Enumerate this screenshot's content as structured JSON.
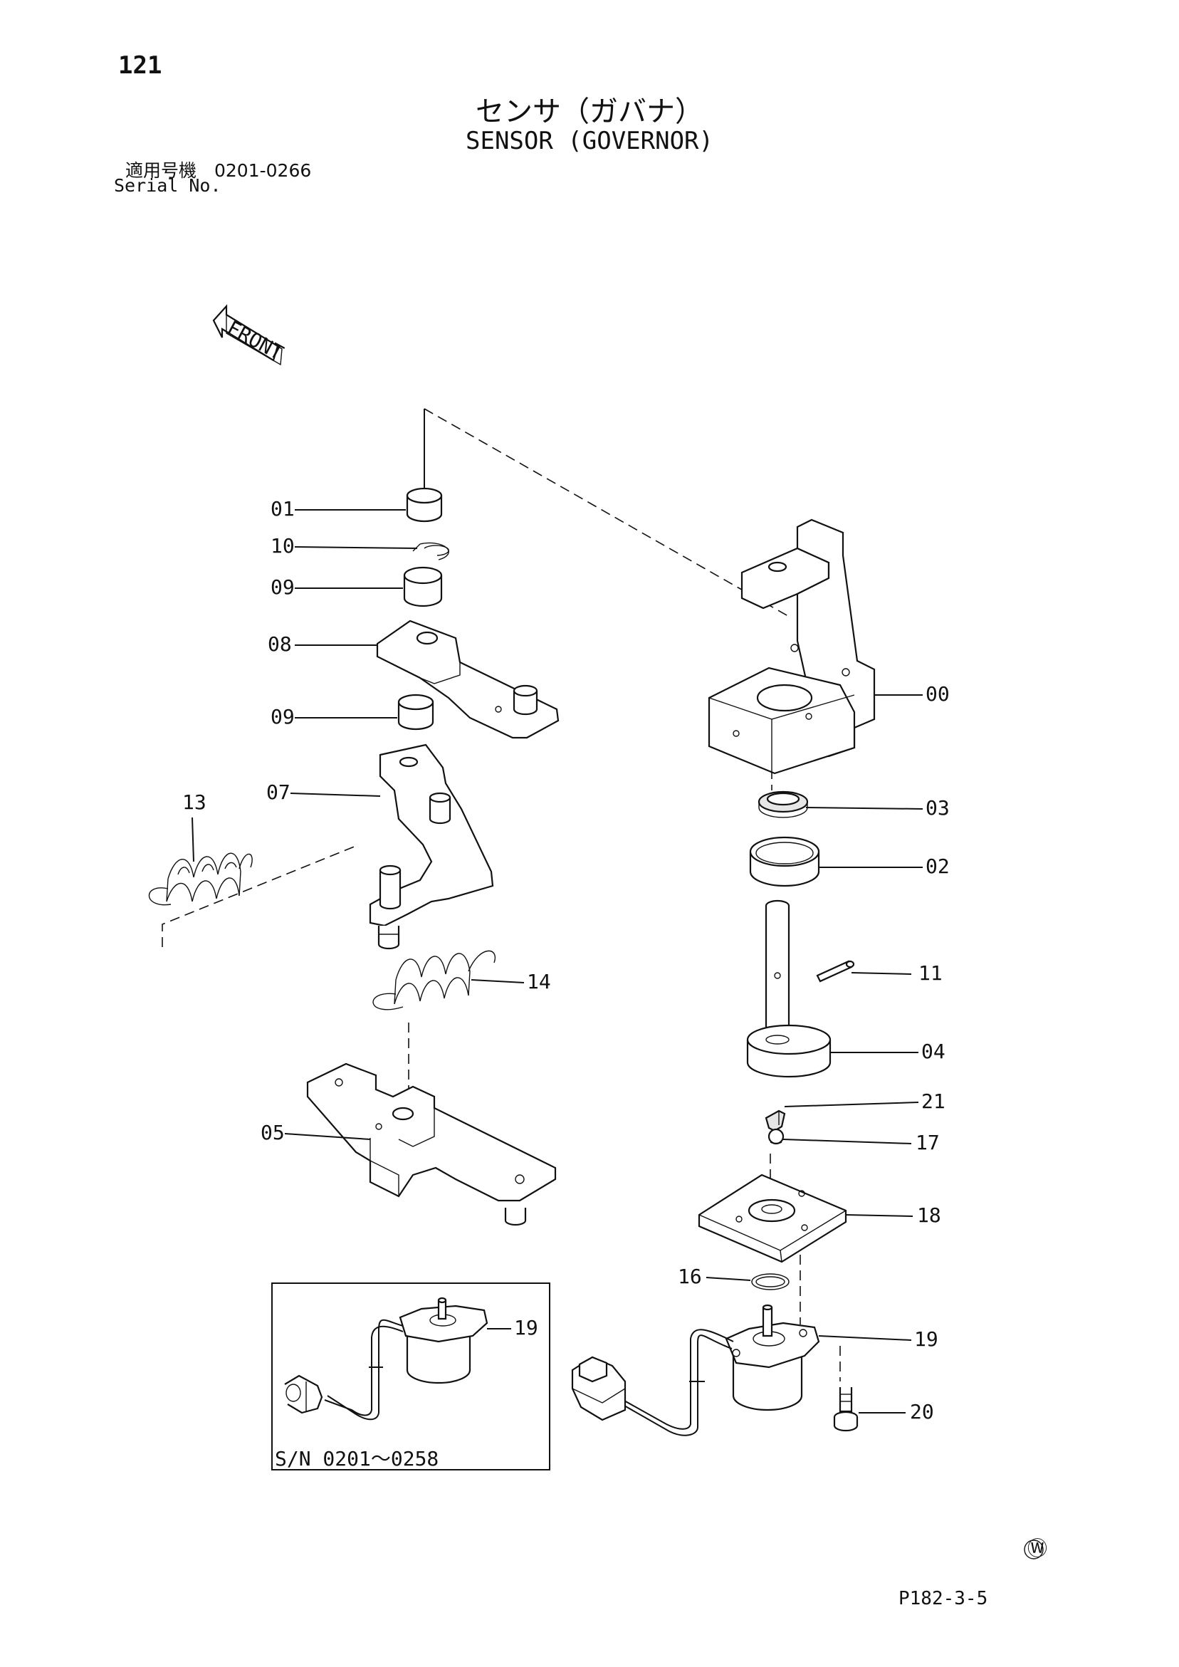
{
  "page": {
    "number": "121",
    "title_jp": "センサ（ガバナ）",
    "title_en": "SENSOR (GOVERNOR)",
    "serial_label_jp": "適用号機　0201-0266",
    "serial_label_en": "Serial No.",
    "doc_code": "P182-3-5",
    "watermark_symbol": "Ⓦ"
  },
  "diagram": {
    "front_label": "FRONT",
    "inset_label": "S/N  0201～0258",
    "callouts": {
      "c00": "00",
      "c01": "01",
      "c02": "02",
      "c03": "03",
      "c04": "04",
      "c05": "05",
      "c07": "07",
      "c08": "08",
      "c09a": "09",
      "c09b": "09",
      "c10": "10",
      "c11": "11",
      "c13": "13",
      "c14": "14",
      "c16": "16",
      "c17": "17",
      "c18": "18",
      "c19a": "19",
      "c19b": "19",
      "c20": "20",
      "c21": "21"
    }
  }
}
